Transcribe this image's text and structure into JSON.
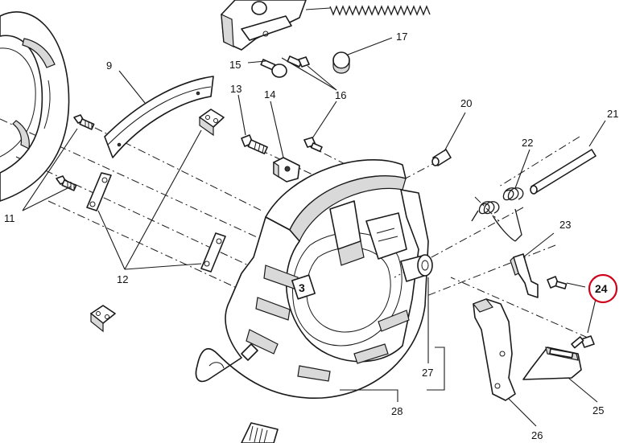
{
  "callouts": {
    "c9": "9",
    "c11": "11",
    "c12": "12",
    "c13": "13",
    "c14": "14",
    "c15": "15",
    "c16": "16",
    "c17": "17",
    "c20": "20",
    "c21": "21",
    "c22": "22",
    "c23": "23",
    "c24": "24",
    "c25": "25",
    "c26": "26",
    "c27": "27",
    "c28": "28"
  },
  "embossed": {
    "mark": "3"
  },
  "highlight": {
    "color": "#d0021b",
    "target": "24"
  }
}
